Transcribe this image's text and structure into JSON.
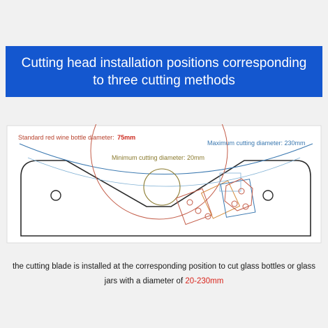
{
  "banner": {
    "title": "Cutting head installation positions corresponding to three cutting methods",
    "background": "#1457cf"
  },
  "diagram": {
    "label_standard_prefix": "Standard red wine bottle diameter:",
    "label_standard_value": "75mm",
    "label_minimum": "Minimum cutting diameter: 20mm",
    "label_maximum": "Maximum cutting diameter: 230mm",
    "colors": {
      "standard": "#b8432e",
      "standard_value": "#cc2a1f",
      "minimum": "#8a7a2e",
      "maximum": "#3a78b0",
      "outline": "#2a2a2a"
    }
  },
  "caption": {
    "text_a": "the cutting blade is installed at the corresponding position to cut glass bottles or glass jars with a diameter of",
    "highlight": "20-230mm",
    "highlight_color": "#d8251c"
  }
}
